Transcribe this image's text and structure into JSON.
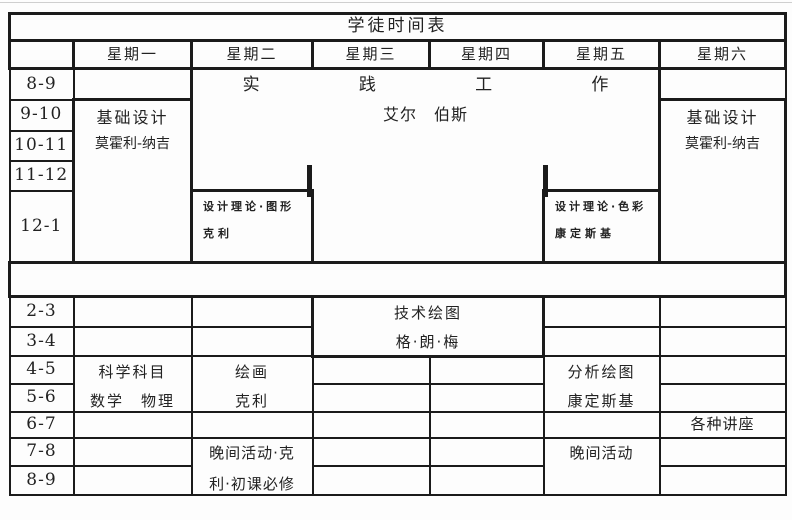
{
  "page": {
    "title": "学徒时间表"
  },
  "days": [
    "星期一",
    "星期二",
    "星期三",
    "星期四",
    "星期五",
    "星期六"
  ],
  "times": [
    "8-9",
    "9-10",
    "10-11",
    "11-12",
    "12-1",
    "2-3",
    "3-4",
    "4-5",
    "5-6",
    "6-7",
    "7-8",
    "8-9"
  ],
  "courses": {
    "practical": {
      "chars": [
        "实",
        "践",
        "工",
        "作"
      ],
      "teacher": "艾尔　伯斯"
    },
    "basic_mon": {
      "name": "基础设计",
      "teacher": "莫霍利-纳吉"
    },
    "basic_sat": {
      "name": "基础设计",
      "teacher": "莫霍利-纳吉"
    },
    "theory_graphics": {
      "name": "设计理论·图形",
      "teacher": "克利"
    },
    "theory_color": {
      "name": "设计理论·色彩",
      "teacher": "康定斯基"
    },
    "tech_drawing": {
      "name": "技术绘图",
      "teacher": "格·朗·梅"
    },
    "science": {
      "name": "科学科目",
      "detail": "数学　物理"
    },
    "painting": {
      "name": "绘画",
      "teacher": "克利"
    },
    "analytic_drawing": {
      "name": "分析绘图",
      "teacher": "康定斯基"
    },
    "lectures": {
      "name": "各种讲座"
    },
    "evening_tue": {
      "line1": "晚间活动·克",
      "line2": "利·初课必修"
    },
    "evening_fri": {
      "name": "晚间活动"
    }
  },
  "colors": {
    "border": "#1b1b1b",
    "background": "#fdfdfd",
    "text": "#222222"
  }
}
